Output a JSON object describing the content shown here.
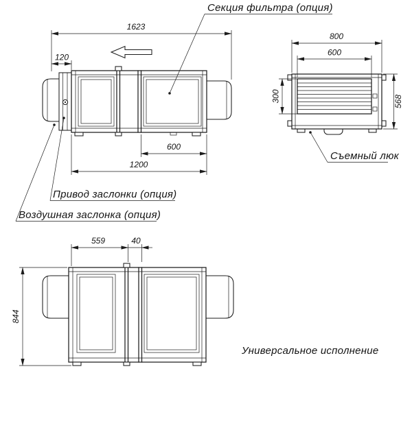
{
  "palette": {
    "ink": "#1c1c1c",
    "background": "#ffffff"
  },
  "views": {
    "side": {
      "dim_total": "1623",
      "dim_damper": "120",
      "dim_filter": "600",
      "dim_body": "1200",
      "label_filter": "Секция фильтра (опция)",
      "label_drive": "Привод заслонки (опция)",
      "label_damper": "Воздушная заслонка (опция)"
    },
    "end": {
      "dim_width": "800",
      "dim_opening_width": "600",
      "dim_opening_height": "300",
      "dim_height": "568",
      "label_hatch": "Съемный люк"
    },
    "universal": {
      "dim_section": "559",
      "dim_joint": "40",
      "dim_height": "844",
      "caption": "Универсальное исполнение"
    }
  }
}
